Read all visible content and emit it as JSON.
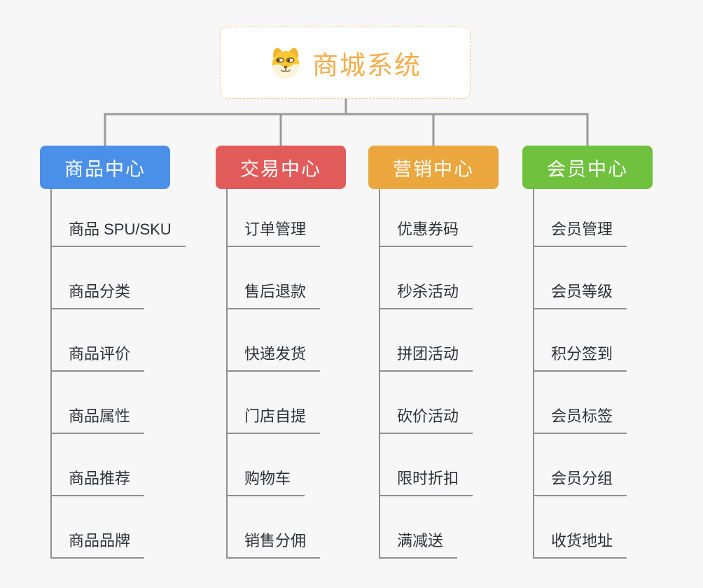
{
  "root": {
    "title": "商城系统",
    "icon": "dog-face-icon"
  },
  "branches": [
    {
      "id": "product-center",
      "label": "商品中心",
      "color": "#4B90E8",
      "children": [
        "商品 SPU/SKU",
        "商品分类",
        "商品评价",
        "商品属性",
        "商品推荐",
        "商品品牌"
      ]
    },
    {
      "id": "trade-center",
      "label": "交易中心",
      "color": "#E25B5B",
      "children": [
        "订单管理",
        "售后退款",
        "快递发货",
        "门店自提",
        "购物车",
        "销售分佣"
      ]
    },
    {
      "id": "marketing-center",
      "label": "营销中心",
      "color": "#EBA63E",
      "children": [
        "优惠券码",
        "秒杀活动",
        "拼团活动",
        "砍价活动",
        "限时折扣",
        "满减送"
      ]
    },
    {
      "id": "member-center",
      "label": "会员中心",
      "color": "#6FC13E",
      "children": [
        "会员管理",
        "会员等级",
        "积分签到",
        "会员标签",
        "会员分组",
        "收货地址"
      ]
    }
  ],
  "style": {
    "background": "#F7F7F7",
    "connector_color": "#9A9A9A",
    "line_color": "#8F8F8F",
    "root_border_color": "#F2C483",
    "root_title_color": "#F3AE4B",
    "leaf_text_color": "#2E3238"
  }
}
